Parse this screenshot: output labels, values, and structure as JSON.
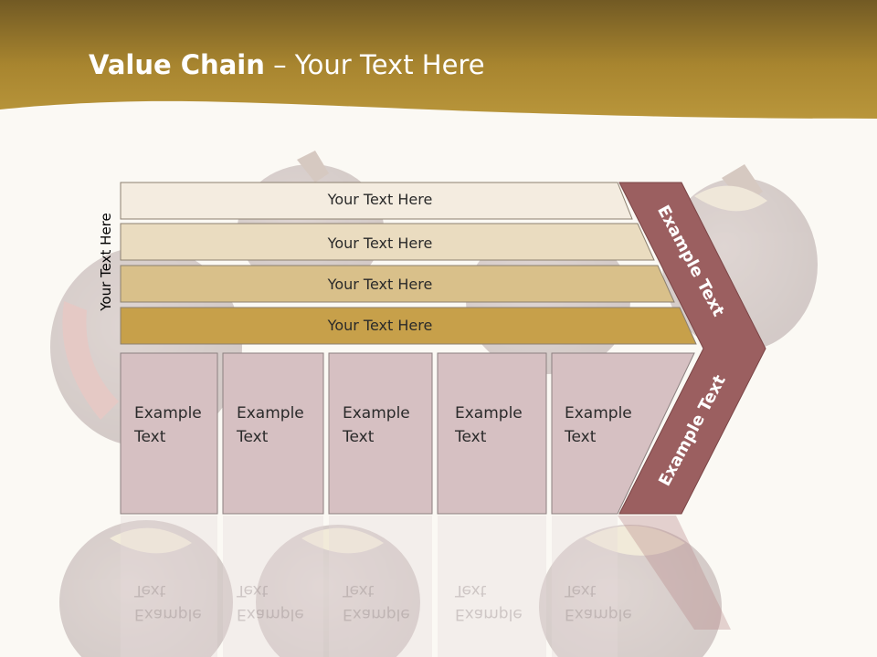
{
  "title": {
    "bold": "Value Chain",
    "rest": " – Your Text Here"
  },
  "side_label": "Your Text Here",
  "bars": [
    "Your Text Here",
    "Your Text Here",
    "Your Text Here",
    "Your Text Here"
  ],
  "cells": [
    {
      "line1": "Example",
      "line2": "Text"
    },
    {
      "line1": "Example",
      "line2": "Text"
    },
    {
      "line1": "Example",
      "line2": "Text"
    },
    {
      "line1": "Example",
      "line2": "Text"
    },
    {
      "line1": "Example",
      "line2": "Text"
    }
  ],
  "chevron": {
    "upper": "Example Text",
    "lower": "Example Text"
  },
  "colors": {
    "header_gold": "#b28c36",
    "header_dark": "#6e5522",
    "bar1": "#f4ece0",
    "bar2": "#eadcc0",
    "bar3": "#d9c08a",
    "bar4": "#c7a04a",
    "cell": "#d6c0c2",
    "chevron": "#9b5f60"
  }
}
